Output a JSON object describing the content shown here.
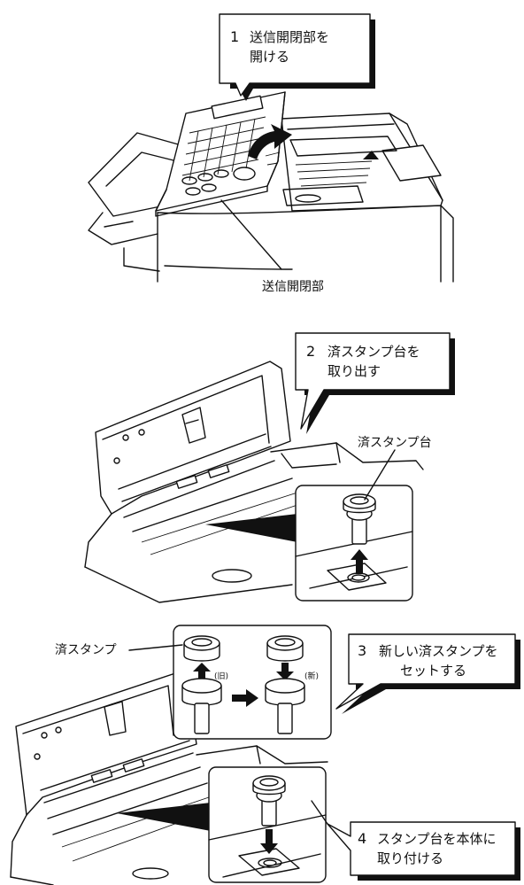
{
  "steps": {
    "s1": {
      "num": "1",
      "line1": "送信開閉部を",
      "line2": "開ける"
    },
    "s2": {
      "num": "2",
      "line1": "済スタンプ台を",
      "line2": "取り出す"
    },
    "s3": {
      "num": "3",
      "line1": "新しい済スタンプを",
      "line2": "セットする"
    },
    "s4": {
      "num": "4",
      "line1": "スタンプ台を本体に",
      "line2": "取り付ける"
    }
  },
  "labels": {
    "sending_cover": "送信開閉部",
    "stamp_holder": "済スタンプ台",
    "stamp": "済スタンプ",
    "old": "(旧)",
    "new": "(新)"
  }
}
